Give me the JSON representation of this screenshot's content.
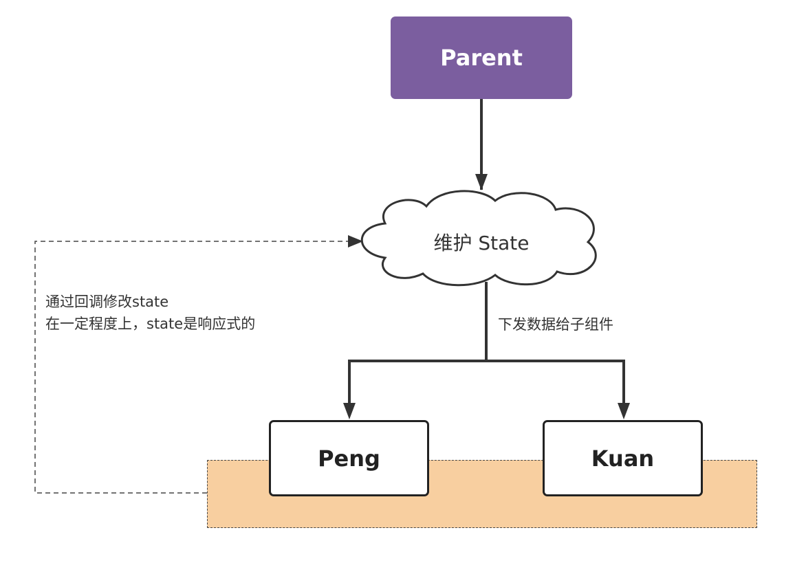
{
  "nodes": {
    "parent": "Parent",
    "state": "维护 State",
    "peng": "Peng",
    "kuan": "Kuan"
  },
  "labels": {
    "distribute": "下发数据给子组件",
    "callback_line1": "通过回调修改state",
    "callback_line2": "在一定程度上，state是响应式的"
  },
  "colors": {
    "parent_fill": "#7b5e9f",
    "group_fill": "#f8cfa0",
    "line": "#333333"
  }
}
